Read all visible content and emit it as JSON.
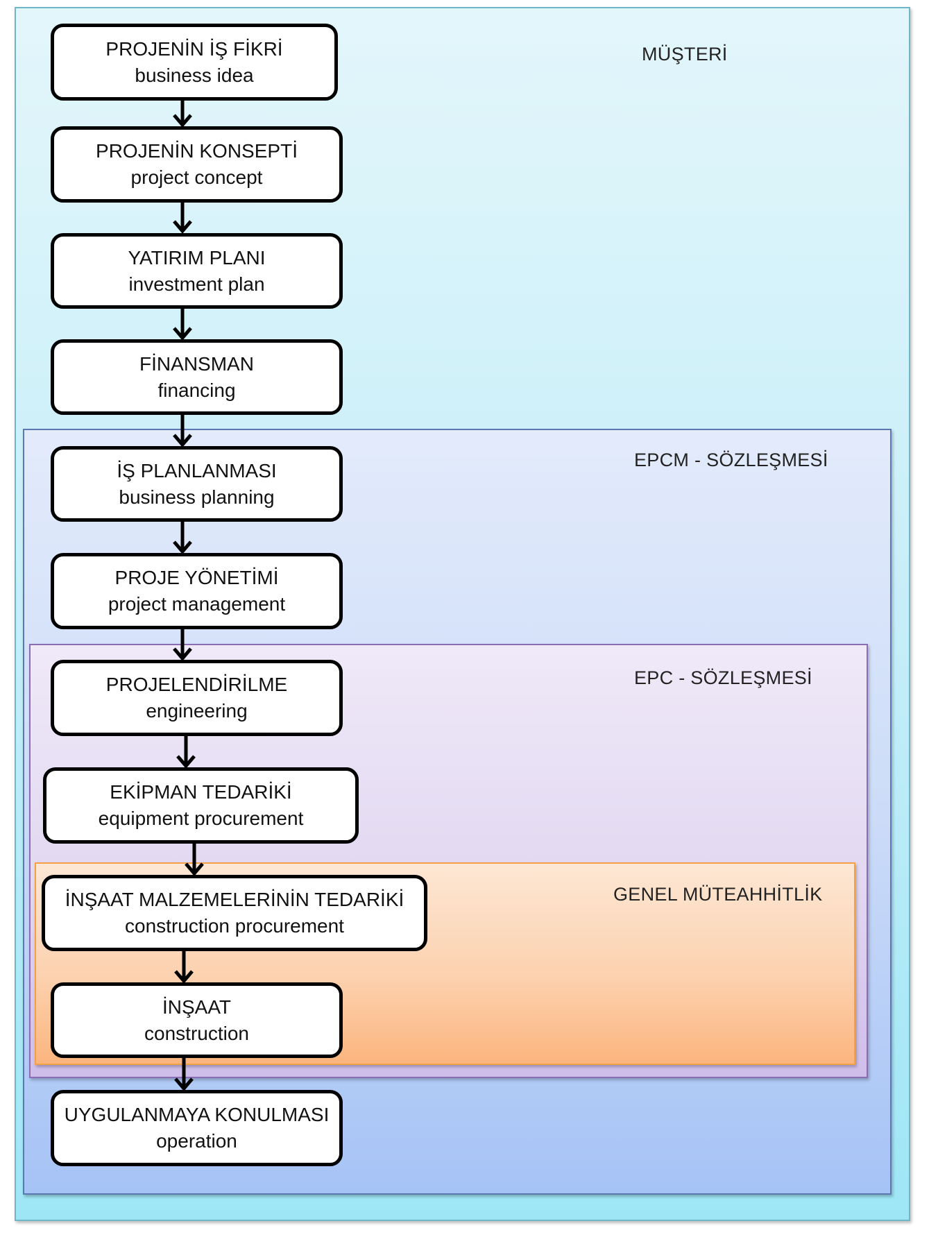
{
  "regions": {
    "musteri": "MÜŞTERİ",
    "epcm": "EPCM - SÖZLEŞMESİ",
    "epc": "EPC - SÖZLEŞMESİ",
    "genel": "GENEL MÜTEAHHİTLİK"
  },
  "steps": [
    {
      "tr": "PROJENİN İŞ FİKRİ",
      "en": "business idea"
    },
    {
      "tr": "PROJENİN KONSEPTİ",
      "en": "project concept"
    },
    {
      "tr": "YATIRIM PLANI",
      "en": "investment plan"
    },
    {
      "tr": "FİNANSMAN",
      "en": "financing"
    },
    {
      "tr": "İŞ PLANLANMASI",
      "en": "business planning"
    },
    {
      "tr": "PROJE YÖNETİMİ",
      "en": "project management"
    },
    {
      "tr": "PROJELENDİRİLME",
      "en": "engineering"
    },
    {
      "tr": "EKİPMAN TEDARİKİ",
      "en": "equipment procurement"
    },
    {
      "tr": "İNŞAAT MALZEMELERİNİN TEDARİKİ",
      "en": "construction procurement"
    },
    {
      "tr": "İNŞAAT",
      "en": "construction"
    },
    {
      "tr": "UYGULANMAYA KONULMASI",
      "en": "operation"
    }
  ]
}
